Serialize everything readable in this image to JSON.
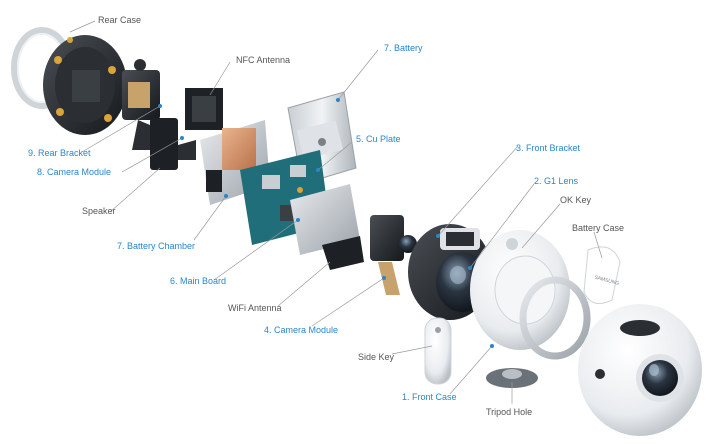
{
  "colors": {
    "accent_label": "#2a86c8",
    "neutral_label": "#555555",
    "leader_line": "#9a9a9a",
    "accent_dot": "#2a86c8"
  },
  "labels": {
    "rear_case": "Rear Case",
    "nfc_antenna": "NFC Antenna",
    "battery": "7. Battery",
    "rear_bracket": "9. Rear Bracket",
    "camera_module_8": "8. Camera Module",
    "speaker": "Speaker",
    "cu_plate": "5. Cu Plate",
    "front_bracket": "3. Front Bracket",
    "g1_lens": "2. G1 Lens",
    "ok_key": "OK Key",
    "battery_case": "Battery Case",
    "battery_chamber": "7. Battery Chamber",
    "main_board": "6. Main Board",
    "wifi_antenna": "WiFi Antenna",
    "camera_module_4": "4. Camera Module",
    "side_key": "Side Key",
    "front_case": "1. Front Case",
    "tripod_hole": "Tripod Hole",
    "battery_case_brand": "SAMSUNG"
  }
}
